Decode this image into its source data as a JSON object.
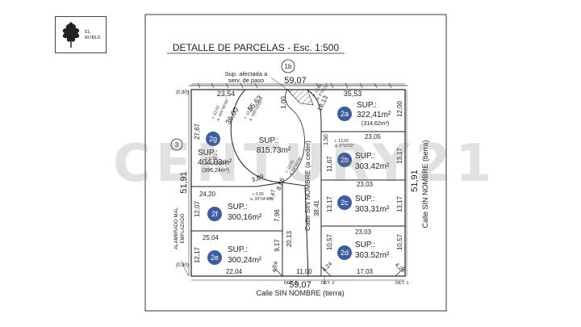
{
  "title": "DETALLE DE PARCELAS - Esc. 1:500",
  "logo": {
    "text": "EL ROBLE",
    "icon": "oak-leaf-icon"
  },
  "watermark": "CENTURY21",
  "colors": {
    "lot_badge": "#3e5d9c",
    "lines": "#222222"
  },
  "lots": [
    {
      "id": "2a",
      "label": "SUP.:",
      "area": "322,41m²",
      "area2": "(314,62m²)"
    },
    {
      "id": "2b",
      "label": "SUP.:",
      "area": "303,42m²"
    },
    {
      "id": "2c",
      "label": "SUP.:",
      "area": "303,31m²"
    },
    {
      "id": "2d",
      "label": "SUP.:",
      "area": "303,52m²"
    },
    {
      "id": "2e",
      "label": "SUP.:",
      "area": "300,24m²"
    },
    {
      "id": "2f",
      "label": "SUP.:",
      "area": "300,16m²"
    },
    {
      "id": "2g",
      "label": "SUP.:",
      "area": "404,03m²",
      "area2": "(396,24m²)"
    }
  ],
  "central": {
    "label": "SUP.:",
    "area": "815,73m²"
  },
  "neighbors": {
    "top": "1b",
    "left": "3"
  },
  "notes": {
    "affected_1": "Sup. afectada a",
    "affected_2": "serv. de paso",
    "wire_1": "ALAMBRADO MAL",
    "wire_2": "EMPLAZADO"
  },
  "streets": {
    "bottom": "Calle SIN NOMBRE (tierra)",
    "right": "Calle SIN NOMBRE (tierra)",
    "inner": "Calle SIN NOMBRE (a ceder)"
  },
  "details": {
    "det1": "DET. 1",
    "det2": "DET. 2",
    "det3": "DET. 3"
  },
  "dims": {
    "top_total": "59,07",
    "bottom_total": "59,07",
    "left_total": "51,91",
    "right_total": "51,91",
    "d_090_top": "(0,90)",
    "d_090_bottom": "(0,90)",
    "d_2354": "23,54",
    "d_3553": "35,53",
    "d_5563": "55,63",
    "d_3600": "36,00",
    "d_100": "1,00",
    "d_1813": "18,13",
    "d_1200": "12,00",
    "d_2767": "27,67",
    "d_2305_a": "23,05",
    "d_150": "1,50",
    "d_1167": "11,67",
    "d_1317_a": "13,17",
    "d_3841": "38,41",
    "d_2303": "23,03",
    "d_1317_b": "13,17",
    "d_2420": "24,20",
    "d_1207": "12,07",
    "d_796": "7,96",
    "d_389": "3,89",
    "d_886": "8,86",
    "d_447": "4,47",
    "d_2013": "20,13",
    "d_2504": "25,04",
    "d_1217": "12,17",
    "d_917": "9,17",
    "d_424_a": "4,24",
    "d_2204": "22,04",
    "d_1100": "11,00",
    "d_2303_b": "23,03",
    "d_1057_a": "10,57",
    "d_1057_b": "10,57",
    "d_1703": "17,03",
    "d_424_b": "4,24",
    "d_424_c": "4,24",
    "curve_1": "r. 12,50",
    "curve_2": "a. 165°00'00\"",
    "curve_3": "r. 12,50",
    "curve_4": "a. 165°00'00\"",
    "curve_5": "a. 12,50",
    "curve_6": "a. 5°53'32\"",
    "curve_7": "r. 12,50",
    "curve_8": "a. 6°53'32\"",
    "curve_9": "r. 6,55",
    "curve_10": "a. 34°05'24\"",
    "curve_11": "r. 6,55",
    "curve_12": "a. 39°04'46\"",
    "curve_13": "r. 12,50",
    "curve_14": "a. 34°00'00\""
  }
}
